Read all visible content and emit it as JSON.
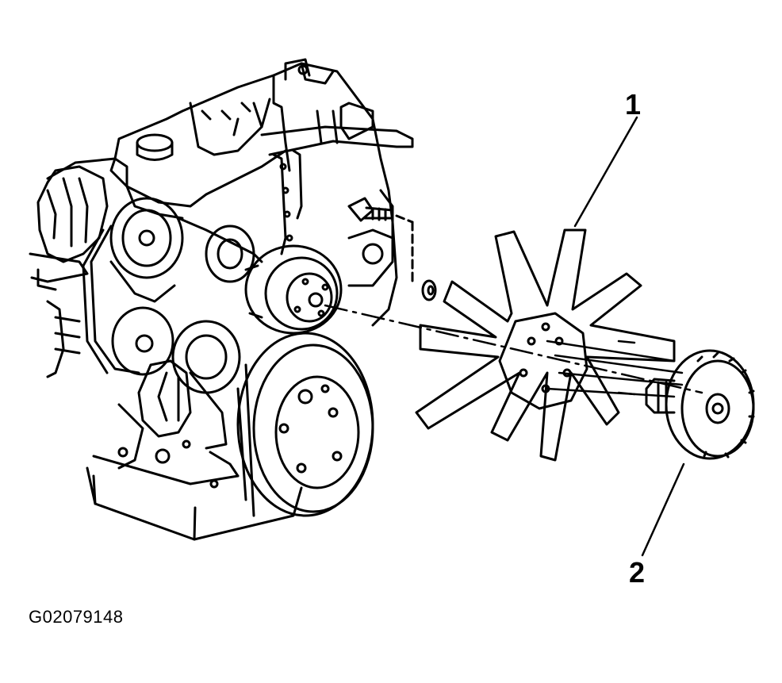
{
  "figure": {
    "id_label": "G02079148",
    "callouts": [
      {
        "number": "1",
        "part": "fan-blade"
      },
      {
        "number": "2",
        "part": "fan-clutch"
      }
    ],
    "colors": {
      "ink": "#000000",
      "paper": "#ffffff"
    }
  }
}
